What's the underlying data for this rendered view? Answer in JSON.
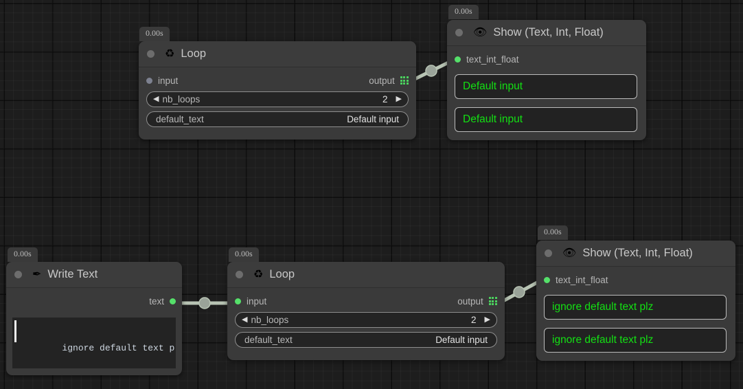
{
  "app": {
    "canvas_background": "#1d1d1d",
    "grid_minor_color": "rgba(255,255,255,0.035)",
    "grid_major_color": "rgba(0,0,0,0.55)",
    "accent_green": "#55e06a",
    "display_text_green": "#13e013",
    "node_background": "#3a3a3a",
    "node_header_background": "#3c3c3c"
  },
  "nodes": [
    {
      "id": "loop-top",
      "timestamp": "0.00s",
      "icon": "recycle-icon",
      "icon_glyph": "♻",
      "title": "Loop",
      "input_port": {
        "label": "input",
        "state": "disconnected",
        "color": "#7d8190"
      },
      "output_port": {
        "label": "output",
        "icon": "grid-icon",
        "color": "#4bd45e"
      },
      "params": [
        {
          "name": "nb_loops",
          "value": "2",
          "type": "stepper",
          "left_arrow": "◀",
          "right_arrow": "▶"
        },
        {
          "name": "default_text",
          "value": "Default input",
          "type": "text"
        }
      ]
    },
    {
      "id": "show-top",
      "timestamp": "0.00s",
      "icon": "eye-icon",
      "icon_glyph": "👁",
      "title": "Show (Text, Int, Float)",
      "input_port": {
        "label": "text_int_float",
        "state": "connected",
        "color": "#55e06a"
      },
      "displays": [
        "Default input",
        "Default input"
      ]
    },
    {
      "id": "write-text",
      "timestamp": "0.00s",
      "icon": "pen-nib-icon",
      "icon_glyph": "✒",
      "title": "Write Text",
      "output_port": {
        "label": "text",
        "state": "connected",
        "color": "#55e06a"
      },
      "textarea_value": "ignore default text plz"
    },
    {
      "id": "loop-bottom",
      "timestamp": "0.00s",
      "icon": "recycle-icon",
      "icon_glyph": "♻",
      "title": "Loop",
      "input_port": {
        "label": "input",
        "state": "connected",
        "color": "#55e06a"
      },
      "output_port": {
        "label": "output",
        "icon": "grid-icon",
        "color": "#4bd45e"
      },
      "params": [
        {
          "name": "nb_loops",
          "value": "2",
          "type": "stepper",
          "left_arrow": "◀",
          "right_arrow": "▶"
        },
        {
          "name": "default_text",
          "value": "Default input",
          "type": "text"
        }
      ]
    },
    {
      "id": "show-bottom",
      "timestamp": "0.00s",
      "icon": "eye-icon",
      "icon_glyph": "👁",
      "title": "Show (Text, Int, Float)",
      "input_port": {
        "label": "text_int_float",
        "state": "connected",
        "color": "#55e06a"
      },
      "displays": [
        "ignore default text plz",
        "ignore default text plz"
      ]
    }
  ],
  "edges": [
    {
      "id": "edge-loop-top-to-show-top",
      "from": "loop-top.output",
      "to": "show-top.text_int_float",
      "color": "#b8c4b4"
    },
    {
      "id": "edge-write-text-to-loop-bottom",
      "from": "write-text.text",
      "to": "loop-bottom.input",
      "color": "#b8c4b4"
    },
    {
      "id": "edge-loop-bottom-to-show-bottom",
      "from": "loop-bottom.output",
      "to": "show-bottom.text_int_float",
      "color": "#b8c4b4"
    }
  ]
}
